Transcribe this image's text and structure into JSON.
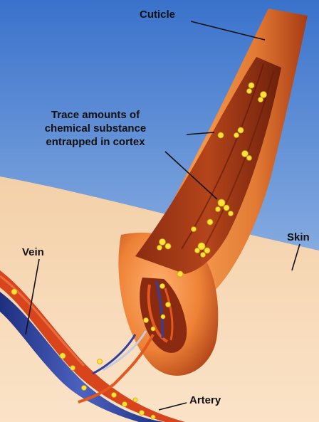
{
  "labels": {
    "cuticle": "Cuticle",
    "trace_line1": "Trace amounts of",
    "trace_line2": "chemical substance",
    "trace_line3": "entrapped in cortex",
    "skin": "Skin",
    "vein": "Vein",
    "artery": "Artery"
  },
  "colors": {
    "sky_top": "#3b74cc",
    "sky_bottom": "#a9c6ec",
    "skin": "#f6d7b3",
    "hair_light": "#f59a4e",
    "hair_dark": "#b4411c",
    "cortex": "#7a2410",
    "particle": "#ffe13a",
    "vein": "#2b3f9a",
    "artery": "#d8441c"
  }
}
